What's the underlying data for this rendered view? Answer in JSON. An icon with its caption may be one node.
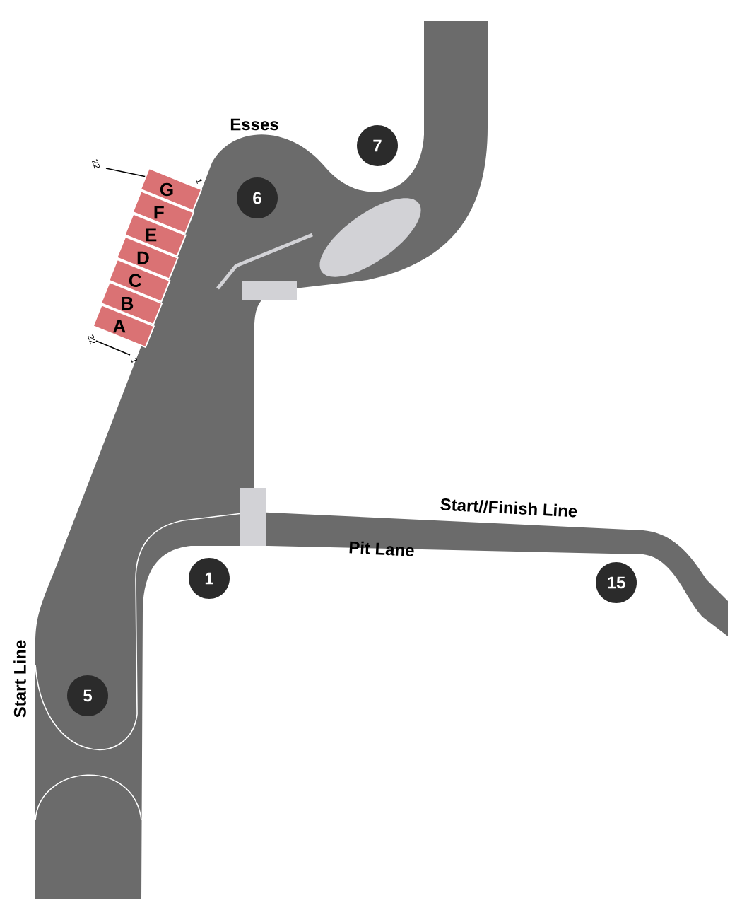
{
  "diagram": {
    "nodes": [
      {
        "text": [
          "7"
        ]
      },
      {
        "text": [
          "G"
        ]
      },
      {
        "text": [
          "6"
        ]
      },
      {
        "text": [
          "F"
        ]
      },
      {
        "text": [
          "E"
        ]
      },
      {
        "text": [
          "D"
        ]
      },
      {
        "text": [
          "C"
        ]
      },
      {
        "text": [
          "B"
        ]
      },
      {
        "text": [
          "A"
        ]
      },
      {
        "text": [
          "1"
        ]
      },
      {
        "text": [
          "15"
        ]
      },
      {
        "text": [
          "5"
        ]
      }
    ],
    "labels": [
      "Esses",
      "22",
      "1",
      "22",
      "1",
      "Start//Finish Line",
      "Pit Lane",
      "Start Line"
    ]
  }
}
